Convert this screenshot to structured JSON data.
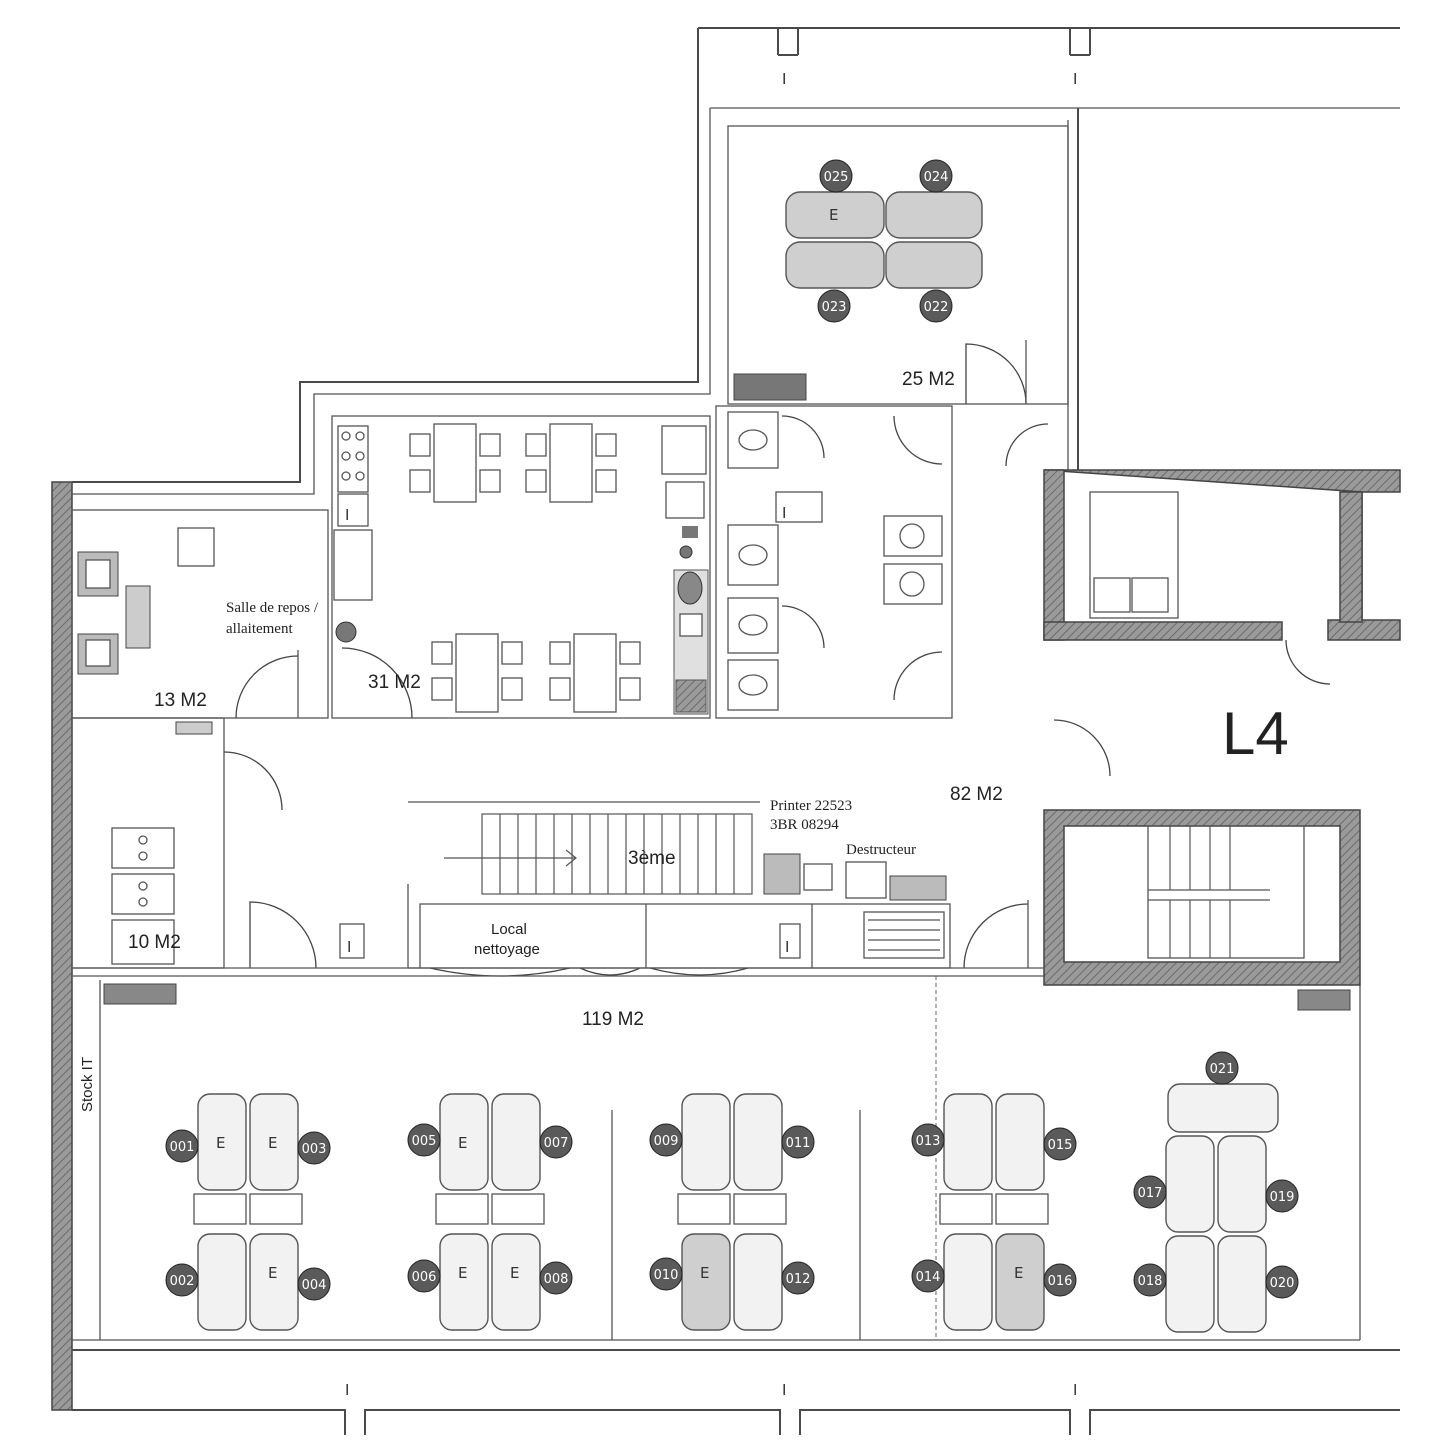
{
  "floor": {
    "code": "L4",
    "level": "3ème"
  },
  "areas": {
    "meeting_room": "25 M2",
    "kitchen": "31 M2",
    "rest_room": "13 M2",
    "small_room": "10 M2",
    "corridor": "82 M2",
    "open_space": "119 M2"
  },
  "rooms": {
    "rest_line1": "Salle de repos /",
    "rest_line2": "allaitement",
    "cleaning_line1": "Local",
    "cleaning_line2": "nettoyage",
    "shredder": "Destructeur",
    "printer_line1": "Printer 22523",
    "printer_line2": "3BR 08294",
    "stock": "Stock IT"
  },
  "desk_marker": "E",
  "seats": [
    "001",
    "002",
    "003",
    "004",
    "005",
    "006",
    "007",
    "008",
    "009",
    "010",
    "011",
    "012",
    "013",
    "014",
    "015",
    "016",
    "017",
    "018",
    "019",
    "020",
    "021",
    "022",
    "023",
    "024",
    "025"
  ],
  "colors": {
    "wall": "#4a4a4a",
    "seat": "#5a5a5a",
    "desk": "#f2f2f2",
    "desk_occupied": "#cfcfcf"
  }
}
